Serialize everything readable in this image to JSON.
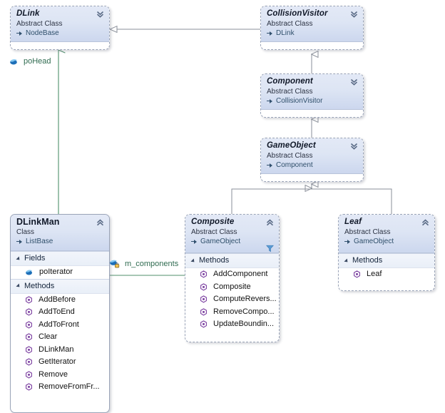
{
  "diagram": {
    "type": "uml-class-diagram",
    "background": "#ffffff",
    "accent_inheritance_line": "#8a8f99",
    "accent_association_line": "#4f8f6b",
    "header_gradient_top": "#e3e9f6",
    "header_gradient_bottom": "#ccd7ee",
    "method_icon_color": "#7b3fa0",
    "field_icon_color": "#1d6fb8"
  },
  "classes": {
    "dlink": {
      "name": "DLink",
      "stereotype": "Abstract Class",
      "base": "NodeBase",
      "chevron": "chevron-double-down",
      "compartments": []
    },
    "collision_visitor": {
      "name": "CollisionVisitor",
      "stereotype": "Abstract Class",
      "base": "DLink",
      "chevron": "chevron-double-down",
      "compartments": []
    },
    "component": {
      "name": "Component",
      "stereotype": "Abstract Class",
      "base": "CollisionVisitor",
      "chevron": "chevron-double-down",
      "compartments": []
    },
    "gameobject": {
      "name": "GameObject",
      "stereotype": "Abstract Class",
      "base": "Component",
      "chevron": "chevron-double-down",
      "compartments": []
    },
    "dlinkman": {
      "name": "DLinkMan",
      "stereotype": "Class",
      "base": "ListBase",
      "chevron": "chevron-double-up",
      "compartments": [
        {
          "title": "Fields",
          "members": [
            {
              "label": "poIterator",
              "kind": "field"
            }
          ]
        },
        {
          "title": "Methods",
          "members": [
            {
              "label": "AddBefore",
              "kind": "method"
            },
            {
              "label": "AddToEnd",
              "kind": "method"
            },
            {
              "label": "AddToFront",
              "kind": "method"
            },
            {
              "label": "Clear",
              "kind": "method"
            },
            {
              "label": "DLinkMan",
              "kind": "method"
            },
            {
              "label": "GetIterator",
              "kind": "method"
            },
            {
              "label": "Remove",
              "kind": "method"
            },
            {
              "label": "RemoveFromFr...",
              "kind": "method"
            }
          ]
        }
      ]
    },
    "composite": {
      "name": "Composite",
      "stereotype": "Abstract Class",
      "base": "GameObject",
      "chevron": "chevron-double-up",
      "has_filter_icon": true,
      "compartments": [
        {
          "title": "Methods",
          "members": [
            {
              "label": "AddComponent",
              "kind": "method"
            },
            {
              "label": "Composite",
              "kind": "method"
            },
            {
              "label": "ComputeRevers...",
              "kind": "method"
            },
            {
              "label": "RemoveCompo...",
              "kind": "method"
            },
            {
              "label": "UpdateBoundin...",
              "kind": "method"
            }
          ]
        }
      ]
    },
    "leaf": {
      "name": "Leaf",
      "stereotype": "Abstract Class",
      "base": "GameObject",
      "chevron": "chevron-double-up",
      "compartments": [
        {
          "title": "Methods",
          "members": [
            {
              "label": "Leaf",
              "kind": "method"
            }
          ]
        }
      ]
    }
  },
  "association_labels": [
    {
      "id": "poHead",
      "text": "poHead",
      "icon": "field-icon"
    },
    {
      "id": "m_components",
      "text": "m_components",
      "icon": "field-private-icon"
    }
  ]
}
